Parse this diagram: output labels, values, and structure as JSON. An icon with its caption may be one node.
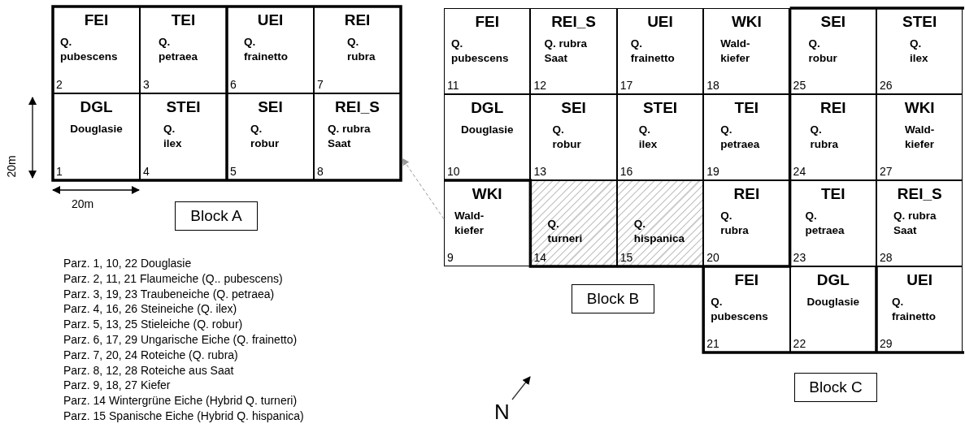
{
  "diagram": {
    "nodes": [
      {
        "text": [
          "FEI",
          "Q. pubescens",
          "2"
        ]
      },
      {
        "text": [
          "TEI",
          "Q. petraea",
          "3"
        ]
      },
      {
        "text": [
          "UEI",
          "Q. frainetto",
          "6"
        ]
      },
      {
        "text": [
          "REI",
          "Q. rubra",
          "7"
        ]
      },
      {
        "text": [
          "DGL",
          "Douglasie",
          "1"
        ]
      },
      {
        "text": [
          "STEI",
          "Q. ilex",
          "4"
        ]
      },
      {
        "text": [
          "SEI",
          "Q. robur",
          "5"
        ]
      },
      {
        "text": [
          "REI_S",
          "Q. rubra Saat",
          "8"
        ]
      },
      {
        "text": [
          "Block A"
        ]
      },
      {
        "text": [
          "FEI",
          "Q. pubescens",
          "11"
        ]
      },
      {
        "text": [
          "REI_S",
          "Q. rubra Saat",
          "12"
        ]
      },
      {
        "text": [
          "UEI",
          "Q. frainetto",
          "17"
        ]
      },
      {
        "text": [
          "WKI",
          "Wald- kiefer",
          "18"
        ]
      },
      {
        "text": [
          "SEI",
          "Q. robur",
          "25"
        ]
      },
      {
        "text": [
          "STEI",
          "Q. ilex",
          "26"
        ]
      },
      {
        "text": [
          "DGL",
          "Douglasie",
          "10"
        ]
      },
      {
        "text": [
          "SEI",
          "Q. robur",
          "13"
        ]
      },
      {
        "text": [
          "STEI",
          "Q. ilex",
          "16"
        ]
      },
      {
        "text": [
          "TEI",
          "Q. petraea",
          "19"
        ]
      },
      {
        "text": [
          "REI",
          "Q. rubra",
          "24"
        ]
      },
      {
        "text": [
          "WKI",
          "Wald- kiefer",
          "27"
        ]
      },
      {
        "text": [
          "WKI",
          "Wald- kiefer",
          "9"
        ]
      },
      {
        "text": [
          "Q. turneri",
          "14"
        ]
      },
      {
        "text": [
          "Q. hispanica",
          "15"
        ]
      },
      {
        "text": [
          "REI",
          "Q. rubra",
          "20"
        ]
      },
      {
        "text": [
          "TEI",
          "Q. petraea",
          "23"
        ]
      },
      {
        "text": [
          "REI_S",
          "Q. rubra Saat",
          "28"
        ]
      },
      {
        "text": [
          "Block B"
        ]
      },
      {
        "text": [
          "FEI",
          "Q. pubescens",
          "21"
        ]
      },
      {
        "text": [
          "DGL",
          "Douglasie",
          "22"
        ]
      },
      {
        "text": [
          "UEI",
          "Q. frainetto",
          "29"
        ]
      },
      {
        "text": [
          "Block C"
        ]
      }
    ],
    "edges": [
      {
        "from": 21,
        "to": 7,
        "arrow": "to",
        "style": "dashed",
        "color": "#999999"
      }
    ],
    "labels": [
      "20m",
      "20m",
      "Parz. 1, 10, 22 Douglasie",
      "Parz. 2, 11, 21 Flaumeiche (Q.. pubescens)",
      "Parz. 3, 19, 23 Traubeneiche (Q. petraea)",
      "Parz. 4, 16, 26 Steineiche (Q. ilex)",
      "Parz. 5, 13, 25 Stieleiche (Q. robur)",
      "Parz. 6, 17, 29 Ungarische Eiche (Q. frainetto)",
      "Parz. 7, 20, 24 Roteiche (Q. rubra)",
      "Parz. 8, 12, 28 Roteiche aus Saat",
      "Parz. 9, 18, 27 Kiefer",
      "Parz. 14 Wintergrüne Eiche (Hybrid Q. turneri)",
      "Parz. 15 Spanische Eiche (Hybrid Q. hispanica)",
      "N"
    ]
  }
}
